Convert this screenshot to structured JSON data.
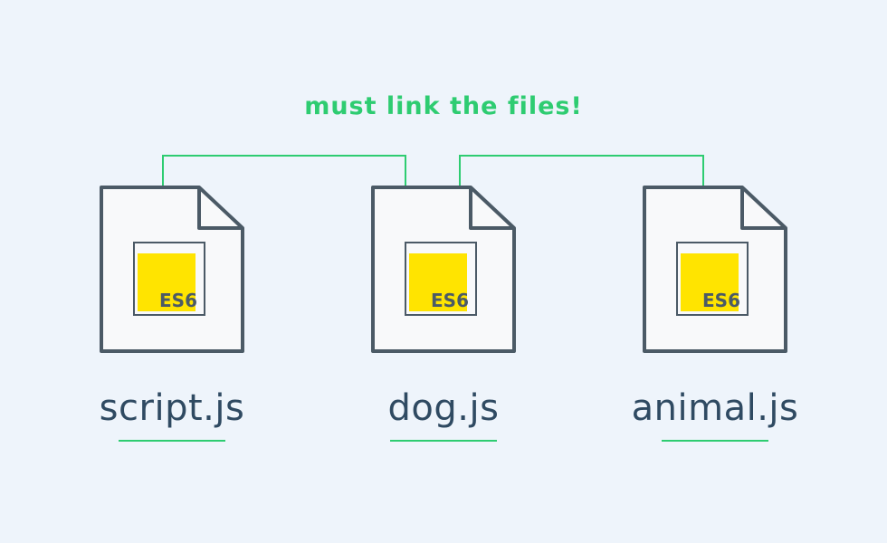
{
  "annotation": {
    "text": "must link the files!",
    "color": "#2ecc71"
  },
  "files": [
    {
      "name": "script.js",
      "badge": "ES6",
      "icon": "js-file-icon"
    },
    {
      "name": "dog.js",
      "badge": "ES6",
      "icon": "js-file-icon"
    },
    {
      "name": "animal.js",
      "badge": "ES6",
      "icon": "js-file-icon"
    }
  ],
  "colors": {
    "background": "#eef4fb",
    "file_outline": "#4b5a66",
    "file_fill": "#f8f9fa",
    "badge_yellow": "#ffe400",
    "link_line": "#2ecc71",
    "label_text": "#2f4a62"
  }
}
